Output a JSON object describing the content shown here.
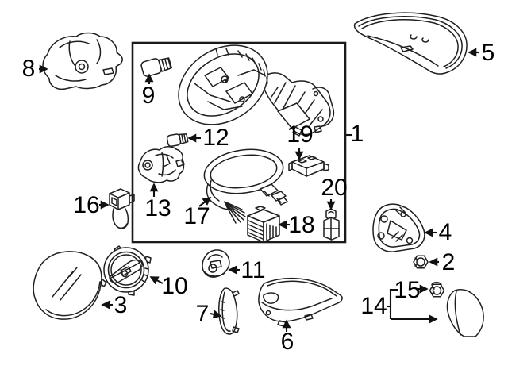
{
  "diagram": {
    "background_color": "#ffffff",
    "line_color": "#1f1f1f",
    "text_color": "#000000"
  },
  "callouts": {
    "c1": "1",
    "c2": "2",
    "c3": "3",
    "c4": "4",
    "c5": "5",
    "c6": "6",
    "c7": "7",
    "c8": "8",
    "c9": "9",
    "c10": "10",
    "c11": "11",
    "c12": "12",
    "c13": "13",
    "c14": "14",
    "c15": "15",
    "c16": "16",
    "c17": "17",
    "c18": "18",
    "c19": "19",
    "c20": "20"
  }
}
